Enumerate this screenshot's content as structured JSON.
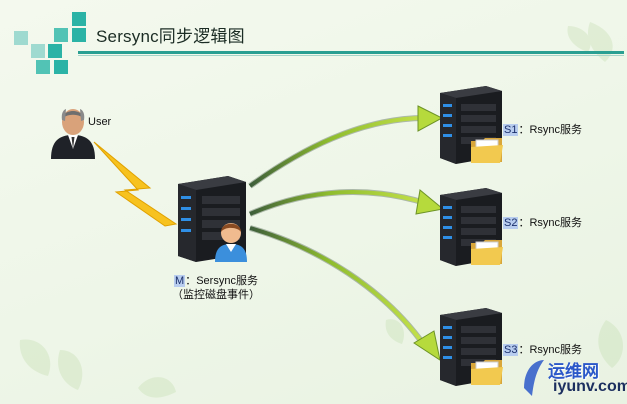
{
  "title": "Sersync同步逻辑图",
  "user": {
    "label": "User"
  },
  "master": {
    "tag": "M",
    "role": "：Sersync服务",
    "note": "（监控磁盘事件）"
  },
  "slaves": [
    {
      "tag": "S1",
      "role": "：Rsync服务"
    },
    {
      "tag": "S2",
      "role": "：Rsync服务"
    },
    {
      "tag": "S3",
      "role": "：Rsync服务"
    }
  ],
  "watermark": {
    "cn": "运维网",
    "en": "iyunv.com"
  },
  "colors": {
    "accent": "#2a9f92",
    "arrow": "#a6cf3a",
    "lightning": "#f4b918",
    "server": "#2b2d31"
  }
}
